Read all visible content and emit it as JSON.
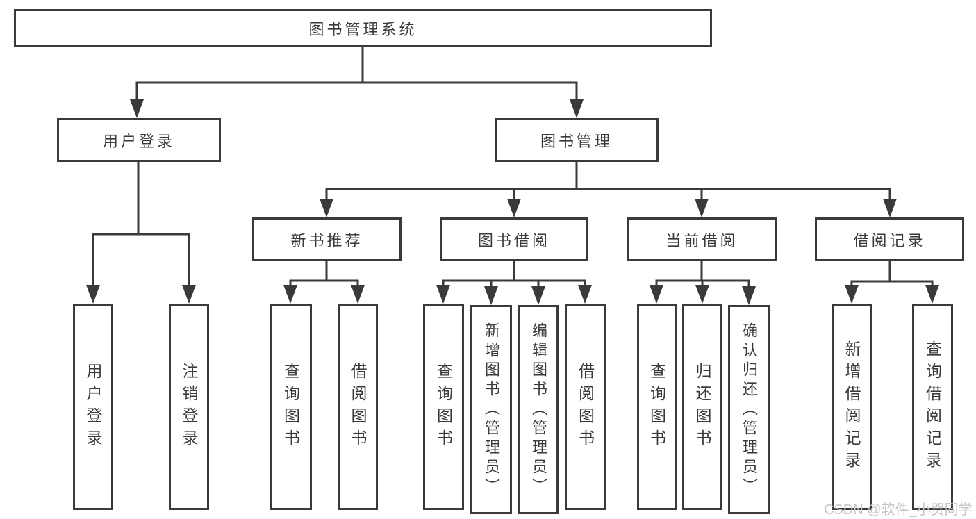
{
  "diagram": {
    "title": "图书管理系统",
    "level2": [
      {
        "label": "用户登录"
      },
      {
        "label": "图书管理"
      }
    ],
    "level3": [
      {
        "label": "新书推荐"
      },
      {
        "label": "图书借阅"
      },
      {
        "label": "当前借阅"
      },
      {
        "label": "借阅记录"
      }
    ],
    "leaves": {
      "login": [
        {
          "label": "用户登录"
        },
        {
          "label": "注销登录"
        }
      ],
      "recommend": [
        {
          "label": "查询图书"
        },
        {
          "label": "借阅图书"
        }
      ],
      "borrow": [
        {
          "label": "查询图书"
        },
        {
          "label": "新增图书（管理员）"
        },
        {
          "label": "编辑图书（管理员）"
        },
        {
          "label": "借阅图书"
        }
      ],
      "current": [
        {
          "label": "查询图书"
        },
        {
          "label": "归还图书"
        },
        {
          "label": "确认归还（管理员）"
        }
      ],
      "records": [
        {
          "label": "新增借阅记录"
        },
        {
          "label": "查询借阅记录"
        }
      ]
    }
  },
  "watermark": "CSDN @软件_小贺同学",
  "colors": {
    "line": "#3a3a3a",
    "text": "#3a3a3a",
    "watermark": "#c5c5c5",
    "background": "#ffffff"
  }
}
